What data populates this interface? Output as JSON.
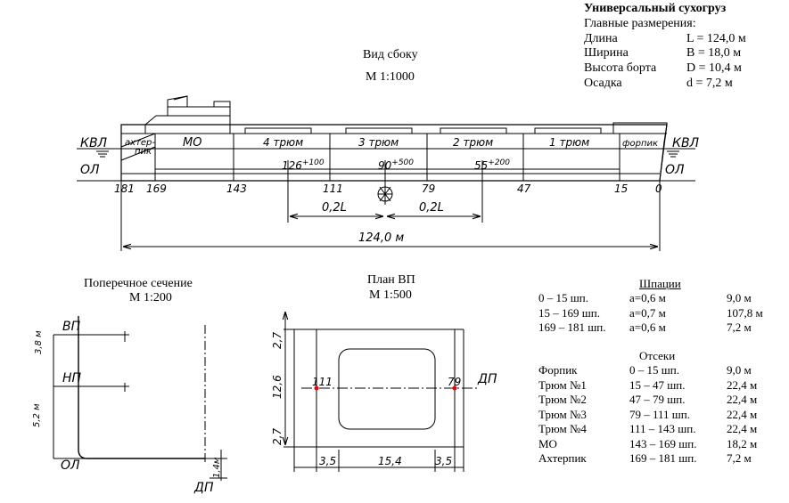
{
  "specs": {
    "title": "Универсальный сухогруз",
    "subtitle": "Главные размерения:",
    "rows": [
      {
        "name": "Длина",
        "value": "L = 124,0 м"
      },
      {
        "name": "Ширина",
        "value": "B = 18,0 м"
      },
      {
        "name": "Высота борта",
        "value": "D = 10,4  м"
      },
      {
        "name": "Осадка",
        "value": "d = 7,2 м"
      }
    ]
  },
  "side_view": {
    "title": "Вид сбоку",
    "scale": "М 1:1000",
    "waterline_left": "КВЛ",
    "waterline_right": "КВЛ",
    "baseline_left": "ОЛ",
    "baseline_right": "ОЛ",
    "compartments": [
      {
        "label": "ахтер-",
        "label2": "пик"
      },
      {
        "label": "МО"
      },
      {
        "label": "4 трюм"
      },
      {
        "label": "3 трюм"
      },
      {
        "label": "2 трюм"
      },
      {
        "label": "1 трюм"
      },
      {
        "label": "форпик"
      }
    ],
    "frames": [
      "181",
      "169",
      "143",
      "111",
      "79",
      "47",
      "15",
      "0"
    ],
    "deck_marks": [
      {
        "value": "126",
        "sup": "+100"
      },
      {
        "value": "90",
        "sup": "+500"
      },
      {
        "value": "55",
        "sup": "+200"
      }
    ],
    "dim_02L_left": "0,2L",
    "dim_02L_right": "0,2L",
    "dim_length": "124,0 м"
  },
  "section": {
    "title": "Поперечное сечение",
    "scale": "М 1:200",
    "label_vp": "ВП",
    "label_np": "НП",
    "label_ol": "ОЛ",
    "label_dp": "ДП",
    "dim_38": "3,8 м",
    "dim_52": "5,2 м",
    "dim_14": "1,4м"
  },
  "plan": {
    "title": "План ВП",
    "scale": "М 1:500",
    "frame_left": "111",
    "frame_right": "79",
    "label_dp": "ДП",
    "dim_v_top": "2,7",
    "dim_v_mid": "12,6",
    "dim_v_bot": "2,7",
    "dim_h_left": "3,5",
    "dim_h_mid": "15,4",
    "dim_h_right": "3,5"
  },
  "spacing": {
    "title": "Шпации",
    "rows": [
      {
        "range": "0 – 15  шп.",
        "value": "a=0,6 м",
        "len": "9,0  м"
      },
      {
        "range": "15 – 169 шп.",
        "value": "a=0,7 м",
        "len": "107,8 м"
      },
      {
        "range": "169 – 181 шп.",
        "value": "a=0,6 м",
        "len": "7,2 м"
      }
    ]
  },
  "compartments_table": {
    "title": "Отсеки",
    "rows": [
      {
        "name": "Форпик",
        "range": "0 – 15  шп.",
        "len": "9,0  м"
      },
      {
        "name": "Трюм №1",
        "range": "15 – 47  шп.",
        "len": "22,4 м"
      },
      {
        "name": "Трюм №2",
        "range": "47 – 79 шп.",
        "len": "22,4 м"
      },
      {
        "name": "Трюм №3",
        "range": "79 – 111 шп.",
        "len": "22,4 м"
      },
      {
        "name": "Трюм №4",
        "range": "111 – 143  шп.",
        "len": "22,4 м"
      },
      {
        "name": "МО",
        "range": "143 – 169 шп.",
        "len": "18,2 м"
      },
      {
        "name": "Ахтерпик",
        "range": "169 – 181 шп.",
        "len": "7,2 м"
      }
    ]
  }
}
